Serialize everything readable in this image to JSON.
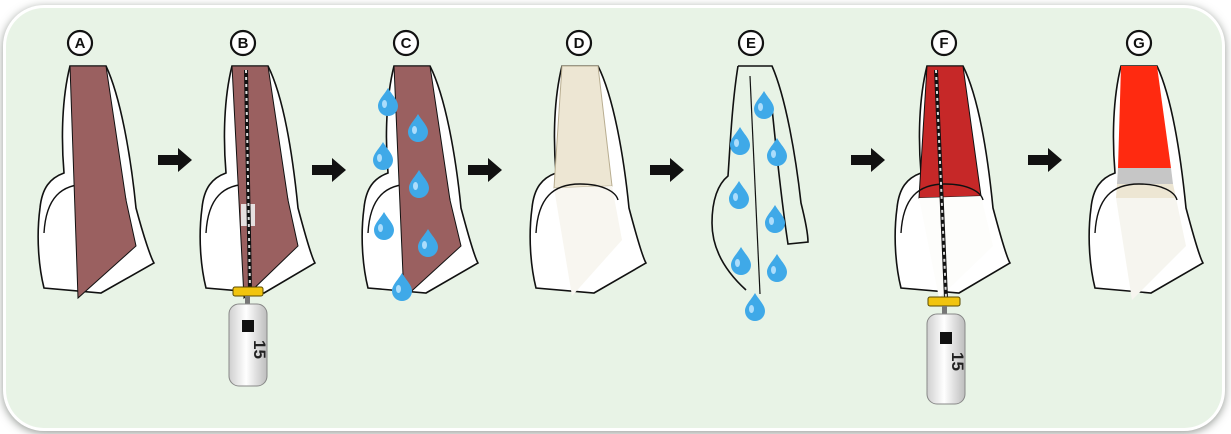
{
  "steps": [
    {
      "label": "A"
    },
    {
      "label": "B"
    },
    {
      "label": "C"
    },
    {
      "label": "D"
    },
    {
      "label": "E"
    },
    {
      "label": "F"
    },
    {
      "label": "G"
    }
  ],
  "file_size_label": "15",
  "colors": {
    "background": "#e8f3e6",
    "tissue_brown": "#9a6060",
    "bright_red": "#ff2a10",
    "dark_red": "#c62828",
    "droplet_blue": "#3fa9e8",
    "file_stopper": "#f1c40f",
    "arrow": "#111111"
  }
}
